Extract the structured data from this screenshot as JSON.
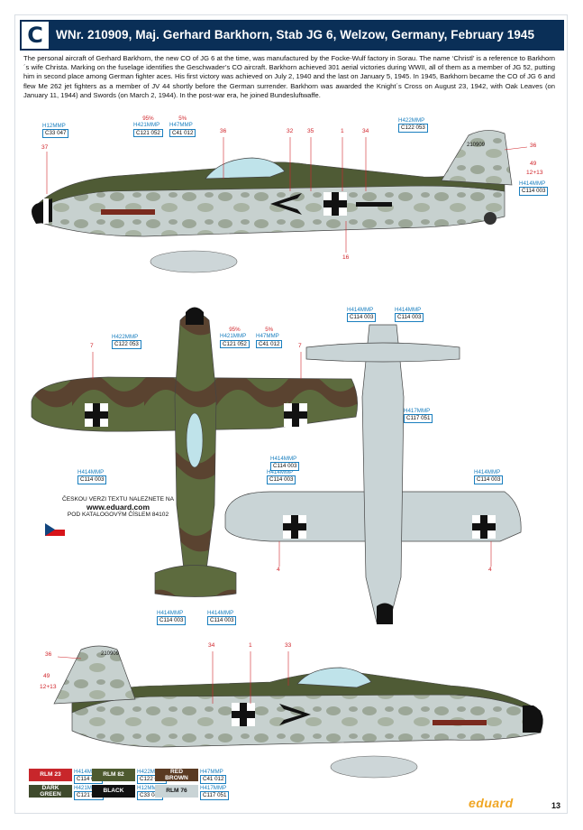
{
  "header": {
    "letter": "C",
    "title": "WNr. 210909, Maj. Gerhard Barkhorn, Stab JG 6, Welzow, Germany, February 1945"
  },
  "description": "The personal aircraft of Gerhard Barkhorn, the new CO of JG 6 at the time, was manufactured by the Focke-Wulf factory in Sorau. The name ‘Christl’ is a reference to Barkhorn´s wife Christa. Marking on the fuselage identifies the Geschwader’s CO aircraft. Barkhorn achieved 301 aerial victories during WWII, all of them as a member of JG 52, putting him in second place among German fighter aces. His first victory was achieved on July 2, 1940 and the last on January 5, 1945. In 1945, Barkhorn became the CO of JG 6 and flew Me 262 jet fighters as a member of JV 44 shortly before the German surrender. Barkhorn was awarded the Knight´s Cross on August 23, 1942, with Oak Leaves (on January 11, 1944) and Swords (on March 2, 1944). In the post-war era, he joined Bundesluftwaffe.",
  "side_view": {
    "serial": "210909",
    "callouts": [
      "37",
      "36",
      "32",
      "35",
      "1",
      "34",
      "36",
      "16",
      "49",
      "12+13"
    ],
    "codes": {
      "h12": {
        "h": "H12",
        "mmp": "MMP",
        "c": "C33",
        "n": "047"
      },
      "h421": {
        "pct": "95%",
        "h": "H421",
        "mmp": "MMP",
        "c": "C121",
        "n": "052"
      },
      "h47": {
        "pct": "5%",
        "h": "H47",
        "mmp": "MMP",
        "c": "C41",
        "n": "012"
      },
      "h422": {
        "h": "H422",
        "mmp": "MMP",
        "c": "C122",
        "n": "053"
      },
      "h414": {
        "h": "H414",
        "mmp": "MMP",
        "c": "C114",
        "n": "003"
      }
    }
  },
  "top_view": {
    "callouts": [
      "7",
      "7"
    ],
    "codes": {
      "h422": {
        "h": "H422",
        "mmp": "MMP",
        "c": "C122",
        "n": "053"
      },
      "h421": {
        "pct": "95%",
        "h": "H421",
        "mmp": "MMP",
        "c": "C121",
        "n": "052"
      },
      "h47": {
        "pct": "5%",
        "h": "H47",
        "mmp": "MMP",
        "c": "C41",
        "n": "012"
      },
      "h414a": {
        "h": "H414",
        "mmp": "MMP",
        "c": "C114",
        "n": "003"
      },
      "h414b": {
        "h": "H414",
        "mmp": "MMP",
        "c": "C114",
        "n": "003"
      },
      "h414c": {
        "h": "H414",
        "mmp": "MMP",
        "c": "C114",
        "n": "003"
      },
      "h414d": {
        "h": "H414",
        "mmp": "MMP",
        "c": "C114",
        "n": "003"
      }
    }
  },
  "bottom_view": {
    "callouts": [
      "4",
      "4"
    ],
    "codes": {
      "h414a": {
        "h": "H414",
        "mmp": "MMP",
        "c": "C114",
        "n": "003"
      },
      "h414b": {
        "h": "H414",
        "mmp": "MMP",
        "c": "C114",
        "n": "003"
      },
      "h417": {
        "h": "H417",
        "mmp": "MMP",
        "c": "C117",
        "n": "051"
      },
      "h414c": {
        "h": "H414",
        "mmp": "MMP",
        "c": "C114",
        "n": "003"
      },
      "h414d": {
        "h": "H414",
        "mmp": "MMP",
        "c": "C114",
        "n": "003"
      }
    }
  },
  "side_view_right": {
    "serial": "210909",
    "callouts": [
      "36",
      "49",
      "12+13",
      "34",
      "1",
      "33"
    ]
  },
  "czech_note": {
    "line1": "ČESKOU VERZI TEXTU NALEZNETE NA",
    "url": "www.eduard.com",
    "line3": "POD KATALOGOVÝM ČÍSLEM 84102"
  },
  "legend": [
    {
      "name": "RLM 23",
      "color": "#c8262b",
      "h": "H414",
      "mmp": "MMP",
      "c": "C114",
      "n": "003"
    },
    {
      "name": "RLM 82",
      "color": "#4d5a2f",
      "h": "H422",
      "mmp": "MMP",
      "c": "C122",
      "n": "053"
    },
    {
      "name_l1": "RED",
      "name_l2": "BROWN",
      "color": "#5a3a22",
      "h": "H47",
      "mmp": "MMP",
      "c": "C41",
      "n": "012"
    },
    {
      "name_l1": "DARK",
      "name_l2": "GREEN",
      "color": "#3f4a2c",
      "h": "H421",
      "mmp": "MMP",
      "c": "C121",
      "n": "052"
    },
    {
      "name": "BLACK",
      "color": "#111111",
      "h": "H12",
      "mmp": "MMP",
      "c": "C33",
      "n": "047"
    },
    {
      "name": "RLM 76",
      "color": "#c9d4d6",
      "h": "H417",
      "mmp": "MMP",
      "c": "C117",
      "n": "051"
    }
  ],
  "footer": {
    "brand": "eduard",
    "page": "13"
  },
  "colors": {
    "banner": "#0a2f57",
    "code_blue": "#1a7fbf",
    "callout_red": "#d0252b"
  }
}
